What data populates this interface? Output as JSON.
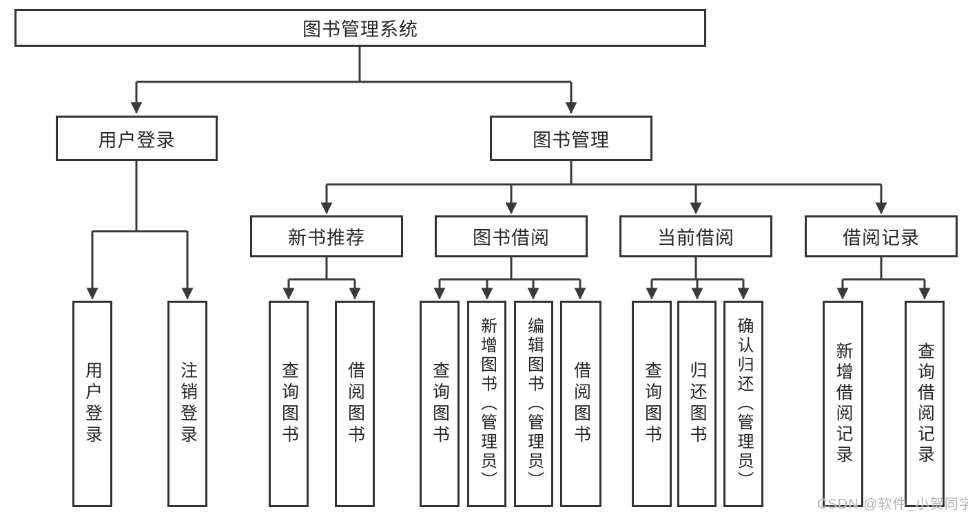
{
  "watermark": "CSDN @软件_小贺同学",
  "colors": {
    "line": "#3a3a3a",
    "box_border": "#333333",
    "text": "#262626",
    "background": "#ffffff",
    "watermark": "#b5b5b5"
  },
  "tree": {
    "root": {
      "label": "图书管理系统",
      "children": [
        {
          "label": "用户登录",
          "children": [
            {
              "label": "用户登录"
            },
            {
              "label": "注销登录"
            }
          ]
        },
        {
          "label": "图书管理",
          "children": [
            {
              "label": "新书推荐",
              "children": [
                {
                  "label": "查询图书"
                },
                {
                  "label": "借阅图书"
                }
              ]
            },
            {
              "label": "图书借阅",
              "children": [
                {
                  "label": "查询图书"
                },
                {
                  "label": "新增图书（管理员）"
                },
                {
                  "label": "编辑图书（管理员）"
                },
                {
                  "label": "借阅图书"
                }
              ]
            },
            {
              "label": "当前借阅",
              "children": [
                {
                  "label": "查询图书"
                },
                {
                  "label": "归还图书"
                },
                {
                  "label": "确认归还（管理员）"
                }
              ]
            },
            {
              "label": "借阅记录",
              "children": [
                {
                  "label": "新增借阅记录"
                },
                {
                  "label": "查询借阅记录"
                }
              ]
            }
          ]
        }
      ]
    }
  }
}
